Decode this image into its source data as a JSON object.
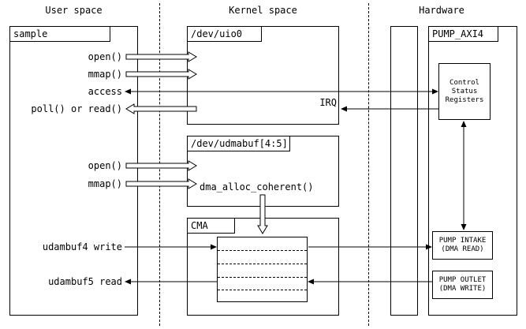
{
  "sections": {
    "user_space": "User space",
    "kernel_space": "Kernel space",
    "hardware": "Hardware"
  },
  "user": {
    "title": "sample",
    "labels": {
      "uio_open": "open()",
      "uio_mmap": "mmap()",
      "access": "access",
      "poll_read": "poll() or read()",
      "udmabuf_open": "open()",
      "udmabuf_mmap": "mmap()",
      "buf_write": "udambuf4 write",
      "buf_read": "udambuf5 read"
    }
  },
  "kernel": {
    "uio": {
      "title": "/dev/uio0",
      "irq_label": "IRQ"
    },
    "udmabuf": {
      "title": "/dev/udmabuf[4:5]",
      "dma_alloc": "dma_alloc_coherent()"
    },
    "cma": {
      "title": "CMA"
    }
  },
  "hardware": {
    "title": "PUMP_AXI4",
    "csr": {
      "line1": "Control",
      "line2": "Status",
      "line3": "Registers"
    },
    "intake": {
      "line1": "PUMP INTAKE",
      "line2": "(DMA READ)"
    },
    "outlet": {
      "line1": "PUMP OUTLET",
      "line2": "(DMA WRITE)"
    }
  },
  "colors": {
    "line": "#000000",
    "background": "#ffffff"
  }
}
